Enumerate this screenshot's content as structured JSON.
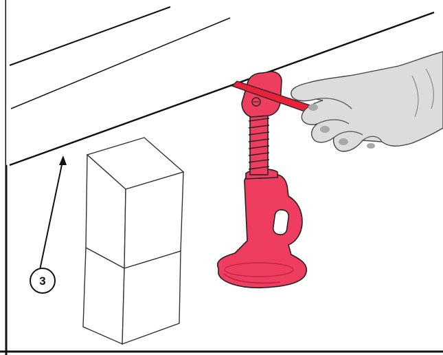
{
  "callout": {
    "number": "3"
  },
  "colors": {
    "jack": "#ee3d5f",
    "jack_shadow": "#c32646",
    "handle_bar": "#e8223a",
    "hand": "#dcdcdc",
    "hand_shadow": "#a9a9a9",
    "outline": "#111111",
    "background": "#ffffff"
  },
  "parts": [
    "vehicle-frame",
    "support-blocks",
    "screw-jack",
    "jack-handle",
    "hand"
  ]
}
